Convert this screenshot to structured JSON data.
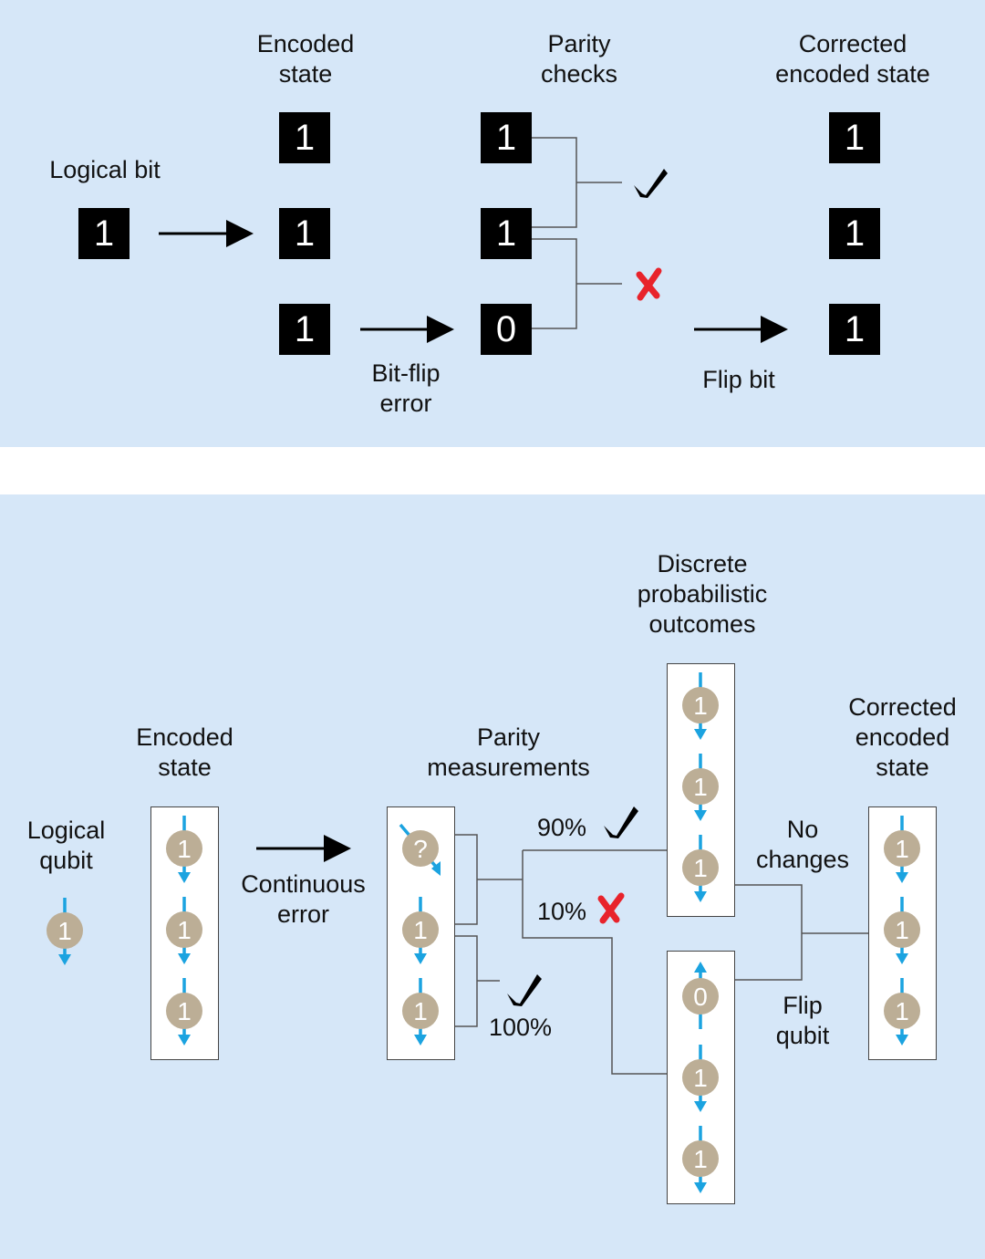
{
  "classical": {
    "labels": {
      "logical_bit": "Logical bit",
      "encoded_state": "Encoded\nstate",
      "parity_checks": "Parity\nchecks",
      "corrected": "Corrected\nencoded state",
      "bitflip": "Bit-flip\nerror",
      "flipbit": "Flip bit"
    },
    "logical_bit": "1",
    "encoded": [
      "1",
      "1",
      "1"
    ],
    "after_error": [
      "1",
      "1",
      "0"
    ],
    "corrected_bits": [
      "1",
      "1",
      "1"
    ],
    "checks": [
      {
        "result": "pass",
        "icon": "check-icon"
      },
      {
        "result": "fail",
        "icon": "cross-icon"
      }
    ]
  },
  "quantum": {
    "labels": {
      "logical_qubit": "Logical\nqubit",
      "encoded_state": "Encoded\nstate",
      "continuous_error": "Continuous\nerror",
      "parity_measurements": "Parity\nmeasurements",
      "discrete": "Discrete\nprobabilistic\noutcomes",
      "no_changes": "No\nchanges",
      "flip_qubit": "Flip\nqubit",
      "corrected": "Corrected\nencoded\nstate"
    },
    "logical_qubit": "1",
    "encoded": [
      "1",
      "1",
      "1"
    ],
    "after_error": [
      "?",
      "1",
      "1"
    ],
    "outcome_a": [
      "1",
      "1",
      "1"
    ],
    "outcome_b": [
      "0",
      "1",
      "1"
    ],
    "corrected": [
      "1",
      "1",
      "1"
    ],
    "probabilities": {
      "p90": "90%",
      "p10": "10%",
      "p100": "100%"
    }
  },
  "colors": {
    "panel": "#d6e7f8",
    "qubit": "#bcae96",
    "arrow": "#1ba3e0",
    "cross": "#e8232b",
    "bit": "#000000"
  }
}
